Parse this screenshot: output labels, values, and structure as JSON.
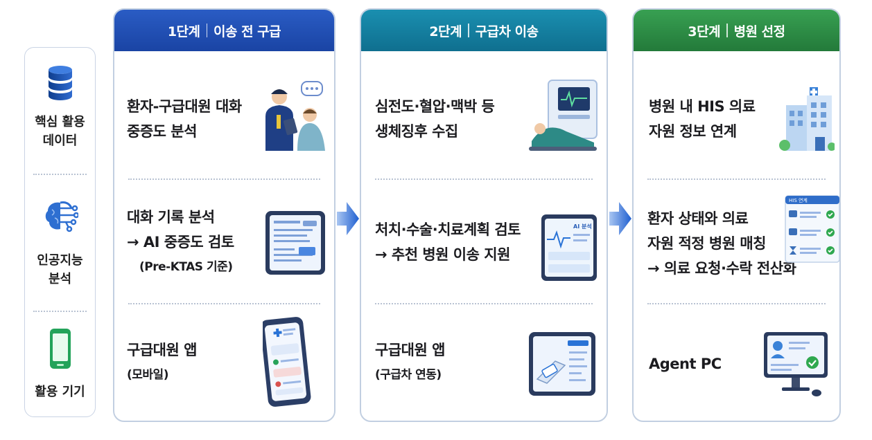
{
  "sidebar": {
    "items": [
      {
        "label": "핵심 활용\n데이터",
        "icon": "database-icon"
      },
      {
        "label": "인공지능\n분석",
        "icon": "brain-circuit-icon"
      },
      {
        "label": "활용 기기",
        "icon": "smartphone-icon"
      }
    ]
  },
  "stages": [
    {
      "step": "1단계",
      "title": "이송 전 구급",
      "color": "#1f4fb4",
      "rows": [
        {
          "lines": [
            "환자-구급대원 대화",
            "중증도 분석"
          ],
          "icon": "paramedic-patient-conversation-icon"
        },
        {
          "lines": [
            "대화 기록 분석",
            "→ AI 중증도 검토",
            "(Pre-KTAS 기준)"
          ],
          "icon": "tablet-report-icon"
        },
        {
          "lines": [
            "구급대원 앱",
            "(모바일)"
          ],
          "icon": "mobile-app-icon"
        }
      ]
    },
    {
      "step": "2단계",
      "title": "구급차 이송",
      "color": "#117a9a",
      "rows": [
        {
          "lines": [
            "심전도·혈압·맥박 등",
            "생체징후 수집"
          ],
          "icon": "ambulance-vital-monitor-icon"
        },
        {
          "lines": [
            "처치·수술·치료계획 검토",
            "→ 추천 병원 이송 지원"
          ],
          "icon": "ai-analysis-tablet-icon",
          "tablet_tag": "AI 분석"
        },
        {
          "lines": [
            "구급대원 앱",
            "(구급차 연동)"
          ],
          "icon": "ambulance-app-tablet-icon"
        }
      ]
    },
    {
      "step": "3단계",
      "title": "병원 선정",
      "color": "#2e8b45",
      "rows": [
        {
          "lines": [
            "병원 내 HIS 의료",
            "자원 정보 연계"
          ],
          "icon": "hospital-building-icon"
        },
        {
          "lines": [
            "환자 상태와 의료",
            "자원 적정 병원 매칭",
            "→ 의료 요청·수락 전산화"
          ],
          "icon": "his-checklist-icon",
          "panel_tag": "HIS 연계"
        },
        {
          "lines": [
            "Agent PC"
          ],
          "icon": "desktop-pc-icon"
        }
      ]
    }
  ]
}
